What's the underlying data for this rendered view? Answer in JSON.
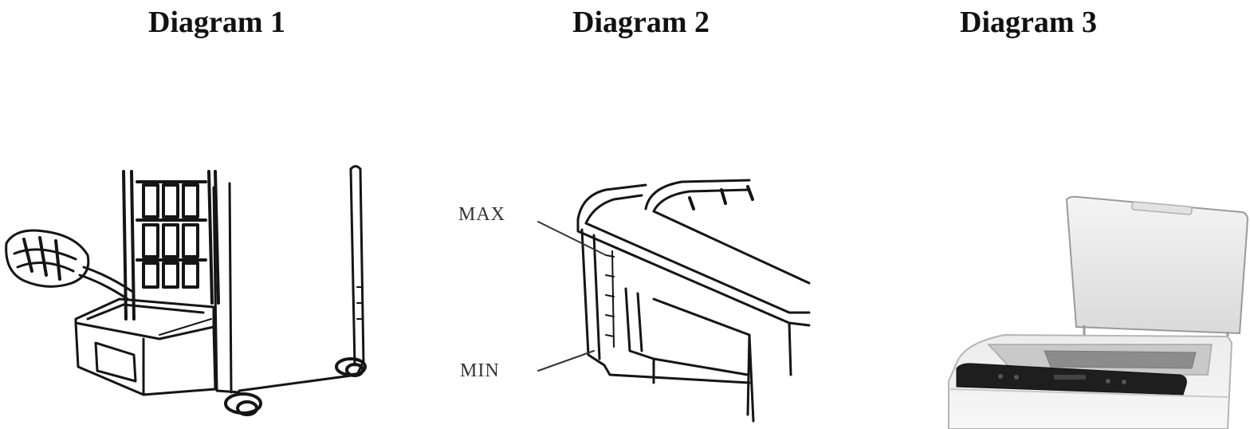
{
  "diagrams": [
    {
      "title": "Diagram 1"
    },
    {
      "title": "Diagram 2",
      "labels": {
        "max": "MAX",
        "min": "MIN"
      }
    },
    {
      "title": "Diagram 3"
    }
  ]
}
